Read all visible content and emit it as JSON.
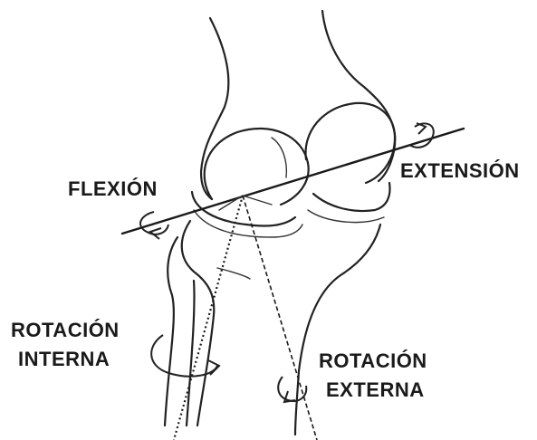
{
  "labels": {
    "flexion": "FLEXIÓN",
    "extension": "EXTENSIÓN",
    "rotacion_interna_1": "ROTACIÓN",
    "rotacion_interna_2": "INTERNA",
    "rotacion_externa_1": "ROTACIÓN",
    "rotacion_externa_2": "EXTERNA"
  },
  "colors": {
    "ink": "#1a1a1a",
    "background": "#ffffff"
  }
}
